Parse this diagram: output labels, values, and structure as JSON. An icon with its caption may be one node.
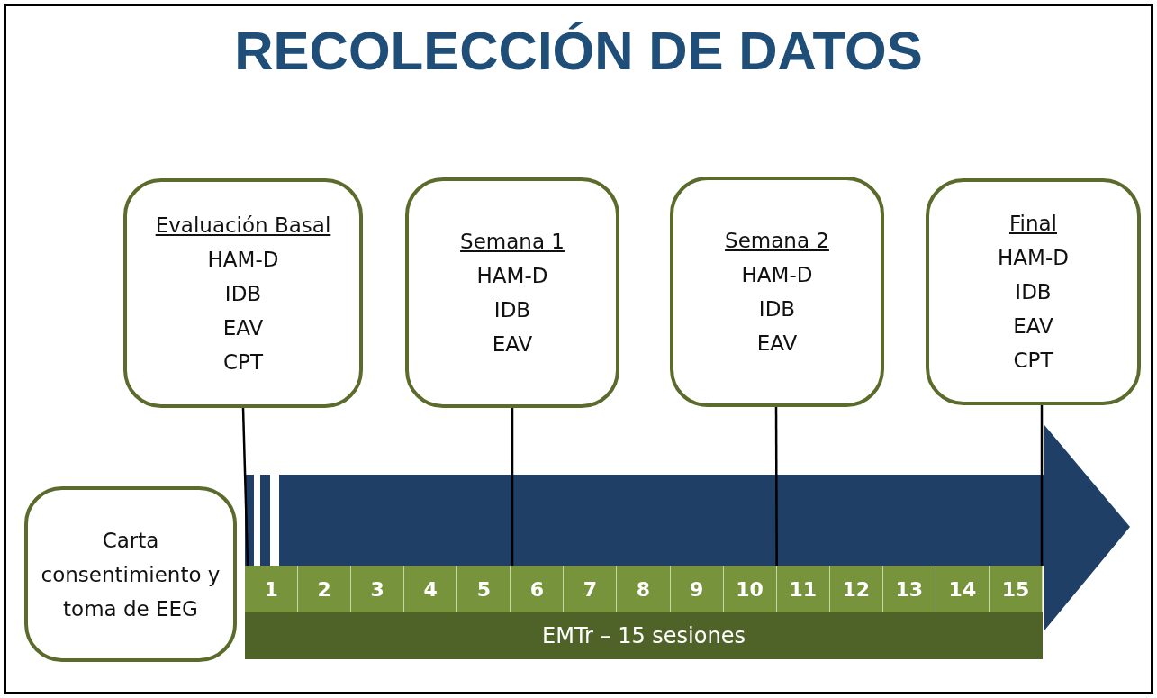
{
  "diagram": {
    "title": "RECOLECCIÓN DE DATOS",
    "nodes": [
      {
        "text": [
          "Evaluación Basal",
          "HAM-D",
          "IDB",
          "EAV",
          "CPT"
        ]
      },
      {
        "text": [
          "Semana 1",
          "HAM-D",
          "IDB",
          "EAV"
        ]
      },
      {
        "text": [
          "Semana 2",
          "HAM-D",
          "IDB",
          "EAV"
        ]
      },
      {
        "text": [
          "Final",
          "HAM-D",
          "IDB",
          "EAV",
          "CPT"
        ]
      },
      {
        "text": [
          "Carta consentimiento y toma de EEG"
        ]
      },
      {
        "text": [
          "1"
        ]
      },
      {
        "text": [
          "2"
        ]
      },
      {
        "text": [
          "3"
        ]
      },
      {
        "text": [
          "4"
        ]
      },
      {
        "text": [
          "5"
        ]
      },
      {
        "text": [
          "6"
        ]
      },
      {
        "text": [
          "7"
        ]
      },
      {
        "text": [
          "8"
        ]
      },
      {
        "text": [
          "9"
        ]
      },
      {
        "text": [
          "10"
        ]
      },
      {
        "text": [
          "11"
        ]
      },
      {
        "text": [
          "12"
        ]
      },
      {
        "text": [
          "13"
        ]
      },
      {
        "text": [
          "14"
        ]
      },
      {
        "text": [
          "15"
        ]
      },
      {
        "text": [
          "EMTr – 15 sesiones"
        ]
      },
      {
        "text": [],
        "shape": "arrow"
      }
    ],
    "edges": [
      {
        "from": 0,
        "to": 5,
        "arrow": "none"
      },
      {
        "from": 1,
        "to": 10,
        "arrow": "none"
      },
      {
        "from": 2,
        "to": 15,
        "arrow": "none"
      },
      {
        "from": 3,
        "to": 19,
        "arrow": "none"
      }
    ]
  }
}
